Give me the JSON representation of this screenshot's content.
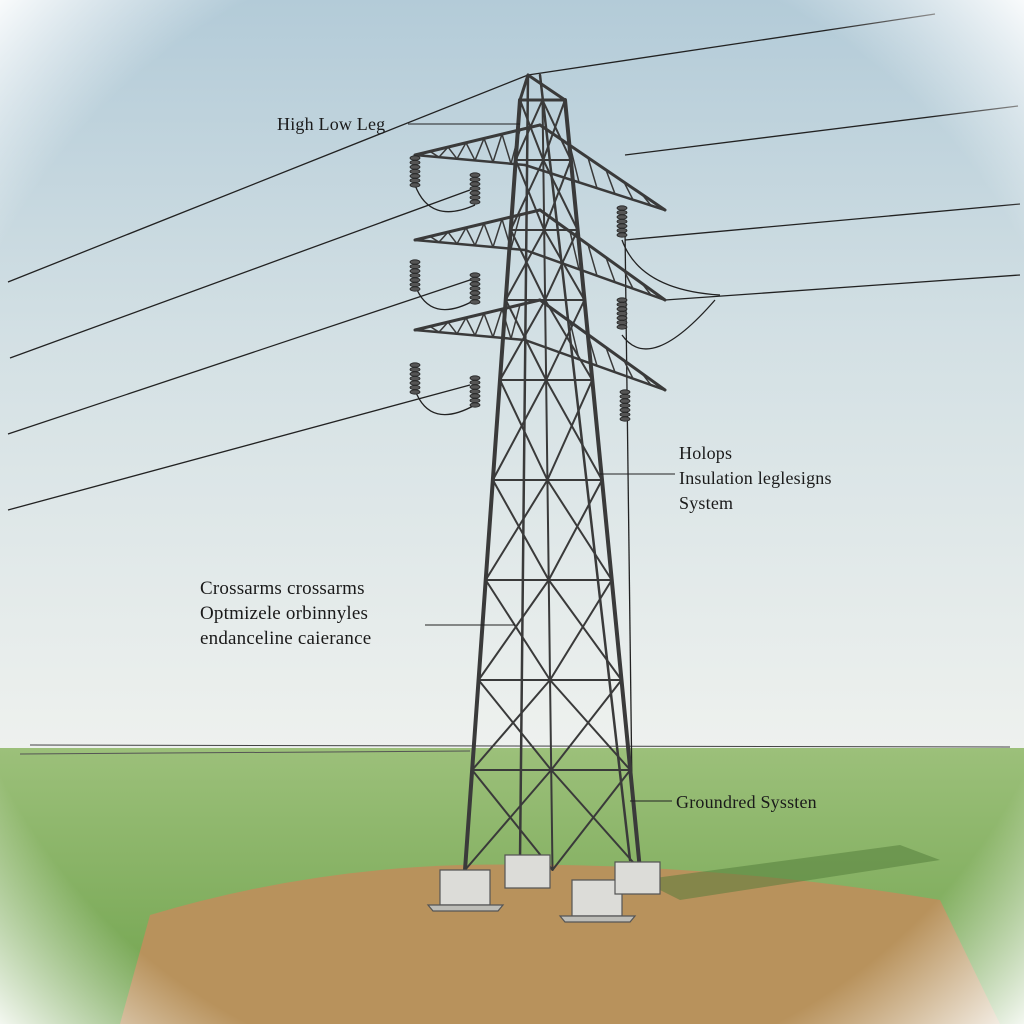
{
  "labels": {
    "top": "High Low Leg",
    "insulation": [
      "Holops",
      "Insulation leglesigns",
      "System"
    ],
    "crossarms": [
      "Crossarms crossarms",
      "Optmizele orbinnyles",
      "endanceline caierance"
    ],
    "ground": "Groundred Syssten"
  },
  "colors": {
    "sky_top": "#b5ccd8",
    "sky_bottom": "#eef1ef",
    "grass": "#7fae5c",
    "soil": "#b8925c",
    "steel": "#3a3a3a",
    "footing": "#d8d8d4"
  }
}
